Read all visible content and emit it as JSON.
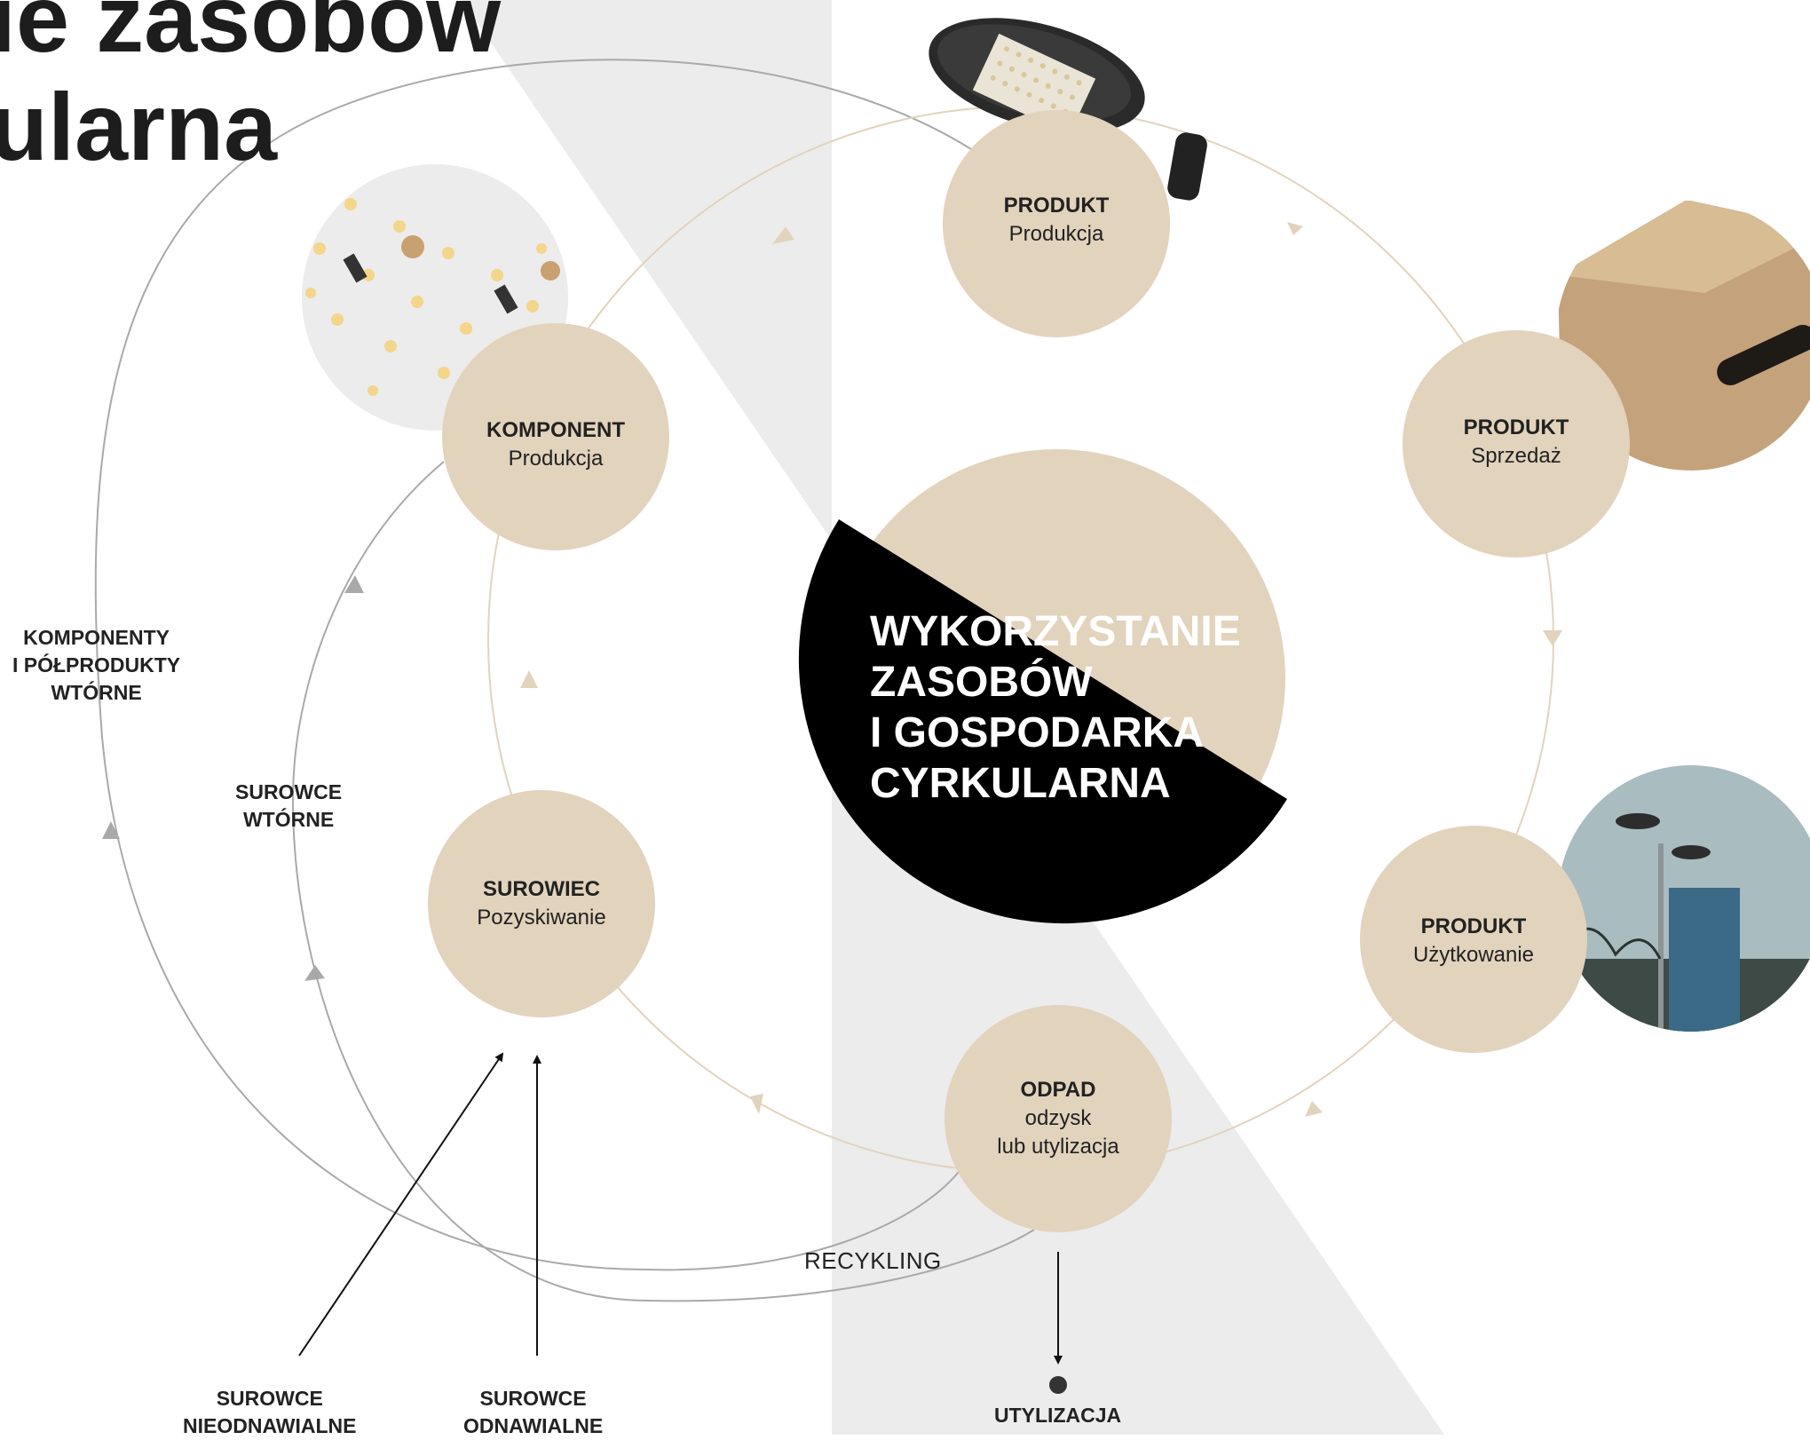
{
  "title": {
    "line1": "ie zasobów",
    "line2": "ularna"
  },
  "center": {
    "lines": [
      "WYKORZYSTANIE",
      "ZASOBÓW",
      "I GOSPODARKA",
      "CYRKULARNA"
    ]
  },
  "nodes": [
    {
      "id": "produkt-produkcja",
      "title": "PRODUKT",
      "subtitle": "Produkcja"
    },
    {
      "id": "produkt-sprzedaz",
      "title": "PRODUKT",
      "subtitle": "Sprzedaż"
    },
    {
      "id": "produkt-uzytkowanie",
      "title": "PRODUKT",
      "subtitle": "Użytkowanie"
    },
    {
      "id": "odpad",
      "title": "ODPAD",
      "subtitle": "odzysk",
      "subtitle2": "lub utylizacja"
    },
    {
      "id": "surowiec",
      "title": "SUROWIEC",
      "subtitle": "Pozyskiwanie"
    },
    {
      "id": "komponent",
      "title": "KOMPONENT",
      "subtitle": "Produkcja"
    }
  ],
  "side_labels": {
    "komponenty_wtorne": [
      "KOMPONENTY",
      "I PÓŁPRODUKTY",
      "WTÓRNE"
    ],
    "surowce_wtorne": [
      "SUROWCE",
      "WTÓRNE"
    ],
    "surowce_nieodnawialne": [
      "SUROWCE",
      "NIEODNAWIALNE"
    ],
    "surowce_odnawialne": [
      "SUROWCE",
      "ODNAWIALNE"
    ],
    "utylizacja": "UTYLIZACJA",
    "recykling": "RECYKLING"
  },
  "colors": {
    "circle": "#e2d3bd",
    "gray_band": "#ececec",
    "cycle_line": "#e2d3bd",
    "outer_line": "#a9a9a9",
    "black": "#000000"
  },
  "photos": [
    "led-board-photo",
    "luminaire-photo",
    "cardboard-box-photo",
    "street-lamp-photo"
  ]
}
